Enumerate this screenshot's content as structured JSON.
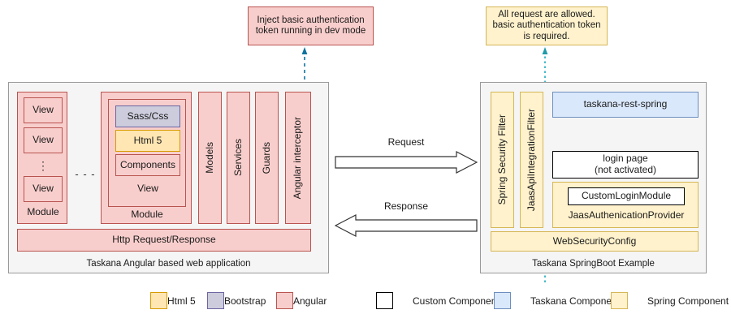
{
  "notes": {
    "left": "Inject basic authentication token running in dev mode",
    "right": "All request are allowed. basic authentication token is required."
  },
  "left_panel": {
    "caption": "Taskana Angular based web application",
    "module_a": {
      "label": "Module",
      "views": [
        "View",
        "View",
        "View"
      ],
      "ellipsis_vertical": "⋮"
    },
    "between_modules": "- - -",
    "module_b": {
      "label": "Module",
      "view_label": "View",
      "items": [
        "Sass/Css",
        "Html 5",
        "Components"
      ]
    },
    "columns": [
      "Models",
      "Services",
      "Guards",
      "Angular interceptor"
    ],
    "http_bar": "Http Request/Response"
  },
  "arrows": {
    "request": "Request",
    "response": "Response"
  },
  "right_panel": {
    "caption": "Taskana SpringBoot Example",
    "filters": [
      "Spring Security Filter",
      "JaasApiIntegrationFilter"
    ],
    "rest": "taskana-rest-spring",
    "login_page_line1": "login page",
    "login_page_line2": "(not activated)",
    "custom_login_module": "CustomLoginModule",
    "jaas_provider": "JaasAuthenicationProvider",
    "web_security_config": "WebSecurityConfig"
  },
  "legend": {
    "left_group": [
      {
        "label": "Html 5",
        "swatch": "html5"
      },
      {
        "label": "Bootstrap",
        "swatch": "bootstrap"
      },
      {
        "label": "Angular",
        "swatch": "angular"
      }
    ],
    "right_group": [
      {
        "label": "Custom Component",
        "swatch": "custom"
      },
      {
        "label": "Taskana Component",
        "swatch": "taskana"
      },
      {
        "label": "Spring Component",
        "swatch": "spring"
      }
    ]
  },
  "colors": {
    "angular_fill": "#f8cecc",
    "angular_stroke": "#b85450",
    "bootstrap_fill": "#ccccdd",
    "bootstrap_stroke": "#6c65a2",
    "html5_fill": "#ffe6b3",
    "html5_stroke": "#d79b00",
    "spring_fill": "#fff2cc",
    "spring_stroke": "#d6b656",
    "taskana_fill": "#dae8fc",
    "taskana_stroke": "#6c8ebf",
    "custom_fill": "#ffffff",
    "custom_stroke": "#000000",
    "panel_fill": "#f5f5f5",
    "panel_stroke": "#9a9a9a",
    "dashed_connector": "#10739e"
  }
}
